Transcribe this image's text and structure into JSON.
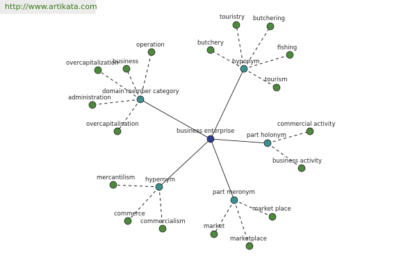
{
  "watermark": "http://www.artikata.com",
  "colors": {
    "center": "#2b3a8c",
    "hub": "#3f8f8f",
    "leaf": "#4e8a3e",
    "node_stroke": "#1a1a1a"
  },
  "center": {
    "id": "center",
    "label": "business enterprise"
  },
  "hubs": [
    {
      "id": "hyponym",
      "label": "hyponym"
    },
    {
      "id": "domain",
      "label": "domain member category"
    },
    {
      "id": "holonym",
      "label": "part holonym"
    },
    {
      "id": "hypernym",
      "label": "hypernym"
    },
    {
      "id": "meronym",
      "label": "part meronym"
    }
  ],
  "leaves": [
    {
      "id": "touristry",
      "label": "touristry",
      "hub": "hyponym"
    },
    {
      "id": "butchering",
      "label": "butchering",
      "hub": "hyponym"
    },
    {
      "id": "butchery",
      "label": "butchery",
      "hub": "hyponym"
    },
    {
      "id": "fishing",
      "label": "fishing",
      "hub": "hyponym"
    },
    {
      "id": "tourism",
      "label": "tourism",
      "hub": "hyponym"
    },
    {
      "id": "operation",
      "label": "operation",
      "hub": "domain"
    },
    {
      "id": "business",
      "label": "business",
      "hub": "domain"
    },
    {
      "id": "overcapitalization",
      "label": "overcapitalization",
      "hub": "domain"
    },
    {
      "id": "administration",
      "label": "administration",
      "hub": "domain"
    },
    {
      "id": "overcapitalisation",
      "label": "overcapitalisation",
      "hub": "domain"
    },
    {
      "id": "commercial_activity",
      "label": "commercial activity",
      "hub": "holonym"
    },
    {
      "id": "business_activity",
      "label": "business activity",
      "hub": "holonym"
    },
    {
      "id": "mercantilism",
      "label": "mercantilism",
      "hub": "hypernym"
    },
    {
      "id": "commerce",
      "label": "commerce",
      "hub": "hypernym"
    },
    {
      "id": "commercialism",
      "label": "commercialism",
      "hub": "hypernym"
    },
    {
      "id": "market_place",
      "label": "market place",
      "hub": "meronym"
    },
    {
      "id": "market",
      "label": "market",
      "hub": "meronym"
    },
    {
      "id": "marketplace",
      "label": "marketplace",
      "hub": "meronym"
    }
  ]
}
